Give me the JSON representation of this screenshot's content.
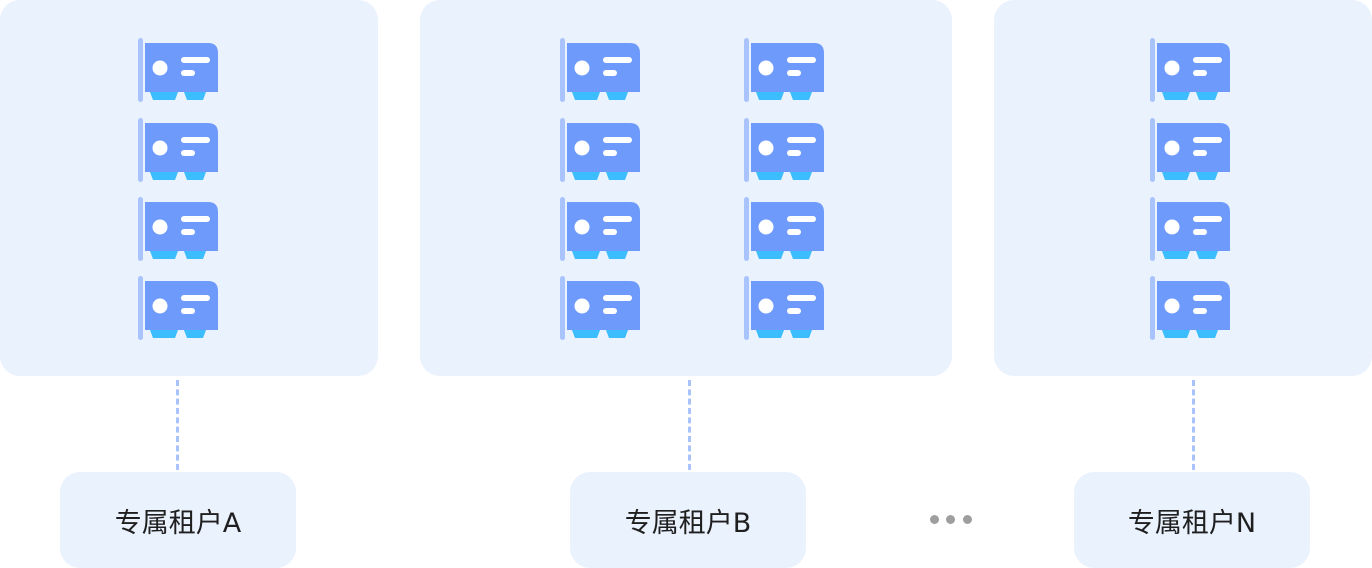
{
  "colors": {
    "panel_bg": "#EAF2FE",
    "card_body": "#6E9BFB",
    "card_bracket": "#A9C3FC",
    "card_connector": "#3CBDFD",
    "dash": "#A9C3FC",
    "ellipsis": "#9E9E9E"
  },
  "tenants": [
    {
      "label": "专属租户A",
      "gpu_count": 4
    },
    {
      "label": "专属租户B",
      "gpu_count": 8
    },
    {
      "label": "专属租户N",
      "gpu_count": 4
    }
  ],
  "ellipsis_icon": "more-dots-icon",
  "card_icon": "gpu-card-icon"
}
